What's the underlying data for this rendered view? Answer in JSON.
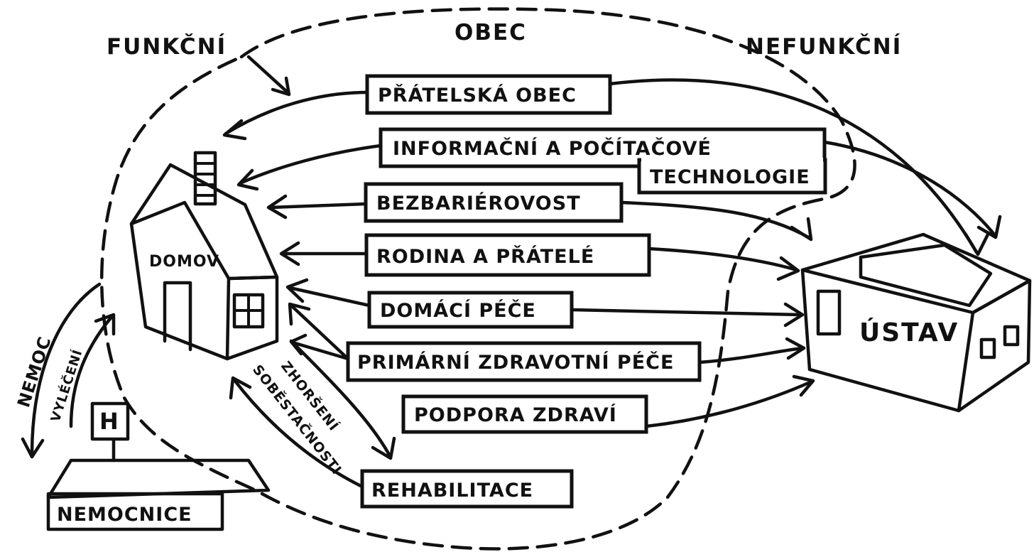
{
  "headings": {
    "functional": "FUNKČNÍ",
    "community": "OBEC",
    "nonfunctional": "NEFUNKČNÍ"
  },
  "places": {
    "home": "DOMOV",
    "institution": "ÚSTAV",
    "hospital": "NEMOCNICE",
    "hospital_sign": "H"
  },
  "factors": [
    "PŘÁTELSKÁ OBEC",
    "INFORMAČNÍ A POČÍTAČOVÉ",
    "TECHNOLOGIE",
    "BEZBARIÉROVOST",
    "RODINA A PŘÁTELÉ",
    "DOMÁCÍ PÉČE",
    "PRIMÁRNÍ ZDRAVOTNÍ PÉČE",
    "PODPORA ZDRAVÍ",
    "REHABILITACE"
  ],
  "side_labels": {
    "illness": "NEMOC",
    "recovery": "VYLÉČENÍ",
    "decline_1": "ZHORŠENÍ",
    "decline_2": "SOBĚSTAČNOSTI"
  }
}
